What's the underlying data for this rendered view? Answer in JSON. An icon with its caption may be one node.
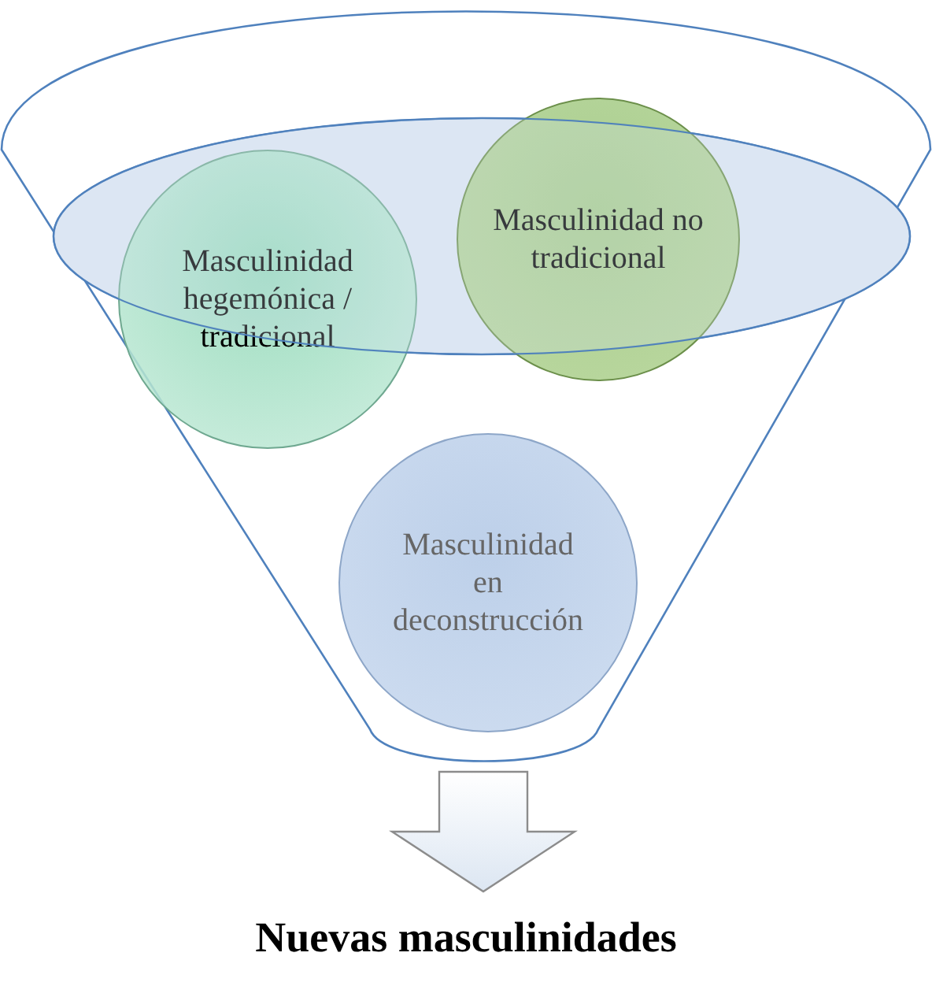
{
  "diagram": {
    "nodes": [
      {
        "text": [],
        "shape": "funnel"
      },
      {
        "text": [
          "Masculinidad hegemónica / tradicional"
        ],
        "in": 0
      },
      {
        "text": [
          "Masculinidad no tradicional"
        ],
        "in": 0
      },
      {
        "text": [
          "Masculinidad en deconstrucción"
        ],
        "in": 0
      },
      {
        "text": [
          "Nuevas masculinidades"
        ]
      }
    ],
    "edges": [
      {
        "from": 0,
        "to": 4,
        "arrow": "to"
      }
    ]
  }
}
